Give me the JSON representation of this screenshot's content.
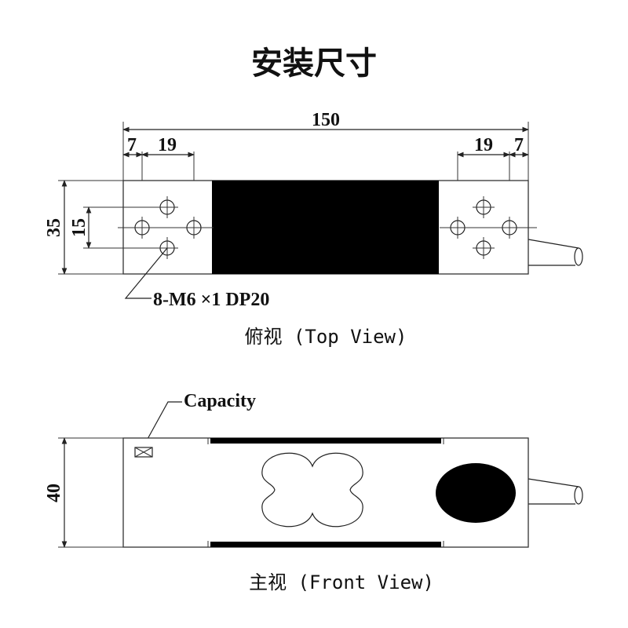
{
  "title": "安装尺寸",
  "top_view": {
    "dim_length": "150",
    "dim_left_edge": "7",
    "dim_left_spacing": "19",
    "dim_right_spacing": "19",
    "dim_right_edge": "7",
    "dim_height": "35",
    "dim_hole_spacing": "15",
    "hole_callout": "8-M6 ×1 DP20",
    "caption": "俯视 (Top View)"
  },
  "front_view": {
    "capacity_label": "Capacity",
    "dim_height": "40",
    "caption": "主视 (Front View)"
  }
}
